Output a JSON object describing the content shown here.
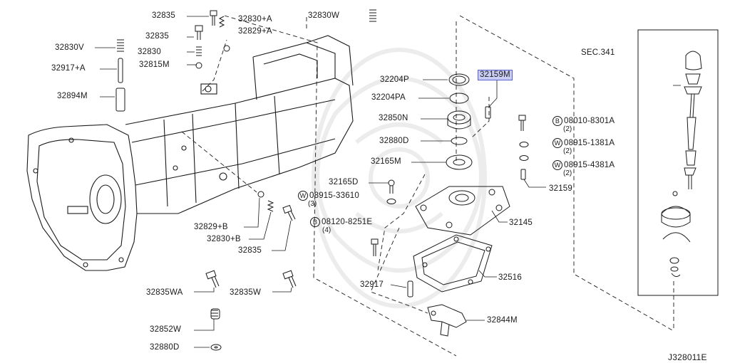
{
  "diagram_id": "J328011E",
  "section_ref": "SEC.341",
  "labels": {
    "l32835_top": "32835",
    "l32830A": "32830+A",
    "l32830W": "32830W",
    "l32835_b": "32835",
    "l32829A": "32829+A",
    "l32830V": "32830V",
    "l32830": "32830",
    "l32917A": "32917+A",
    "l32815M": "32815M",
    "l32894M": "32894M",
    "l32204P": "32204P",
    "l32159M_sel": "32159M",
    "l32204PA": "32204PA",
    "l32850N": "32850N",
    "l32880D_r": "32880D",
    "l32165M": "32165M",
    "l32165D": "32165D",
    "l32159": "32159",
    "l32145": "32145",
    "l32829B": "32829+B",
    "l32830B": "32830+B",
    "l32835_m": "32835",
    "l32516": "32516",
    "l32917": "32917",
    "l32835WA": "32835WA",
    "l32835W": "32835W",
    "l32844M": "32844M",
    "l32852W": "32852W",
    "l32880D_b": "32880D"
  },
  "callouts": {
    "w33610": {
      "badge": "W",
      "part": "08915-33610",
      "qty": "(3)"
    },
    "b8251E": {
      "badge": "B",
      "part": "08120-8251E",
      "qty": "(4)"
    },
    "b8301A": {
      "badge": "B",
      "part": "08010-8301A",
      "qty": "(2)"
    },
    "w1381A": {
      "badge": "W",
      "part": "08915-1381A",
      "qty": "(2)"
    },
    "w4381A": {
      "badge": "W",
      "part": "08915-4381A",
      "qty": "(2)"
    }
  },
  "colors": {
    "line": "#1a1a1a",
    "highlight_fill": "#c9cdf3",
    "highlight_border": "#5a5fd0",
    "watermark": "#ececec"
  }
}
